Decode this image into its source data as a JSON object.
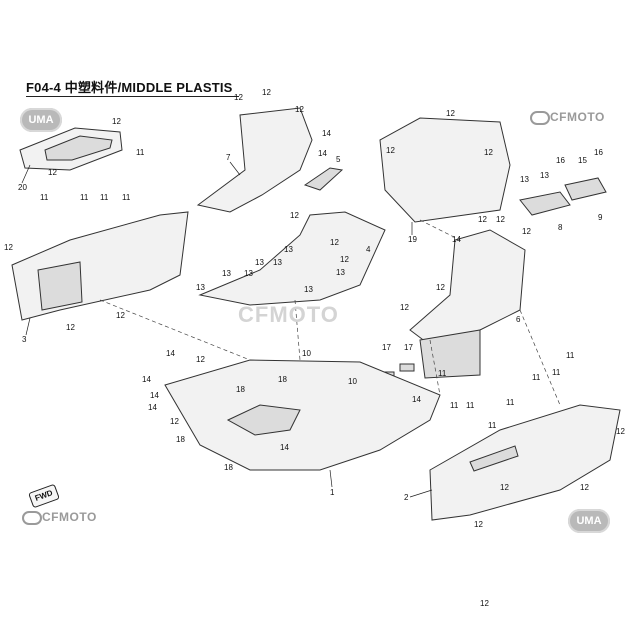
{
  "title": "F04-4 中塑料件/MIDDLE PLASTIS",
  "brand": "CFMOTO",
  "watermark": "CFMOTO",
  "badge": "UMA",
  "fwd": "FWD",
  "callouts": {
    "n1": "1",
    "n2": "2",
    "n3": "3",
    "n4": "4",
    "n5": "5",
    "n6": "6",
    "n7": "7",
    "n8": "8",
    "n9": "9",
    "n10": "10",
    "n11": "11",
    "n12": "12",
    "n13": "13",
    "n14": "14",
    "n15": "15",
    "n16": "16",
    "n17": "17",
    "n18": "18",
    "n19": "19",
    "n20": "20"
  },
  "colors": {
    "line": "#333333",
    "fill": "#f2f2f2",
    "shade": "#dcdcdc",
    "brand": "#9a9a9a"
  }
}
